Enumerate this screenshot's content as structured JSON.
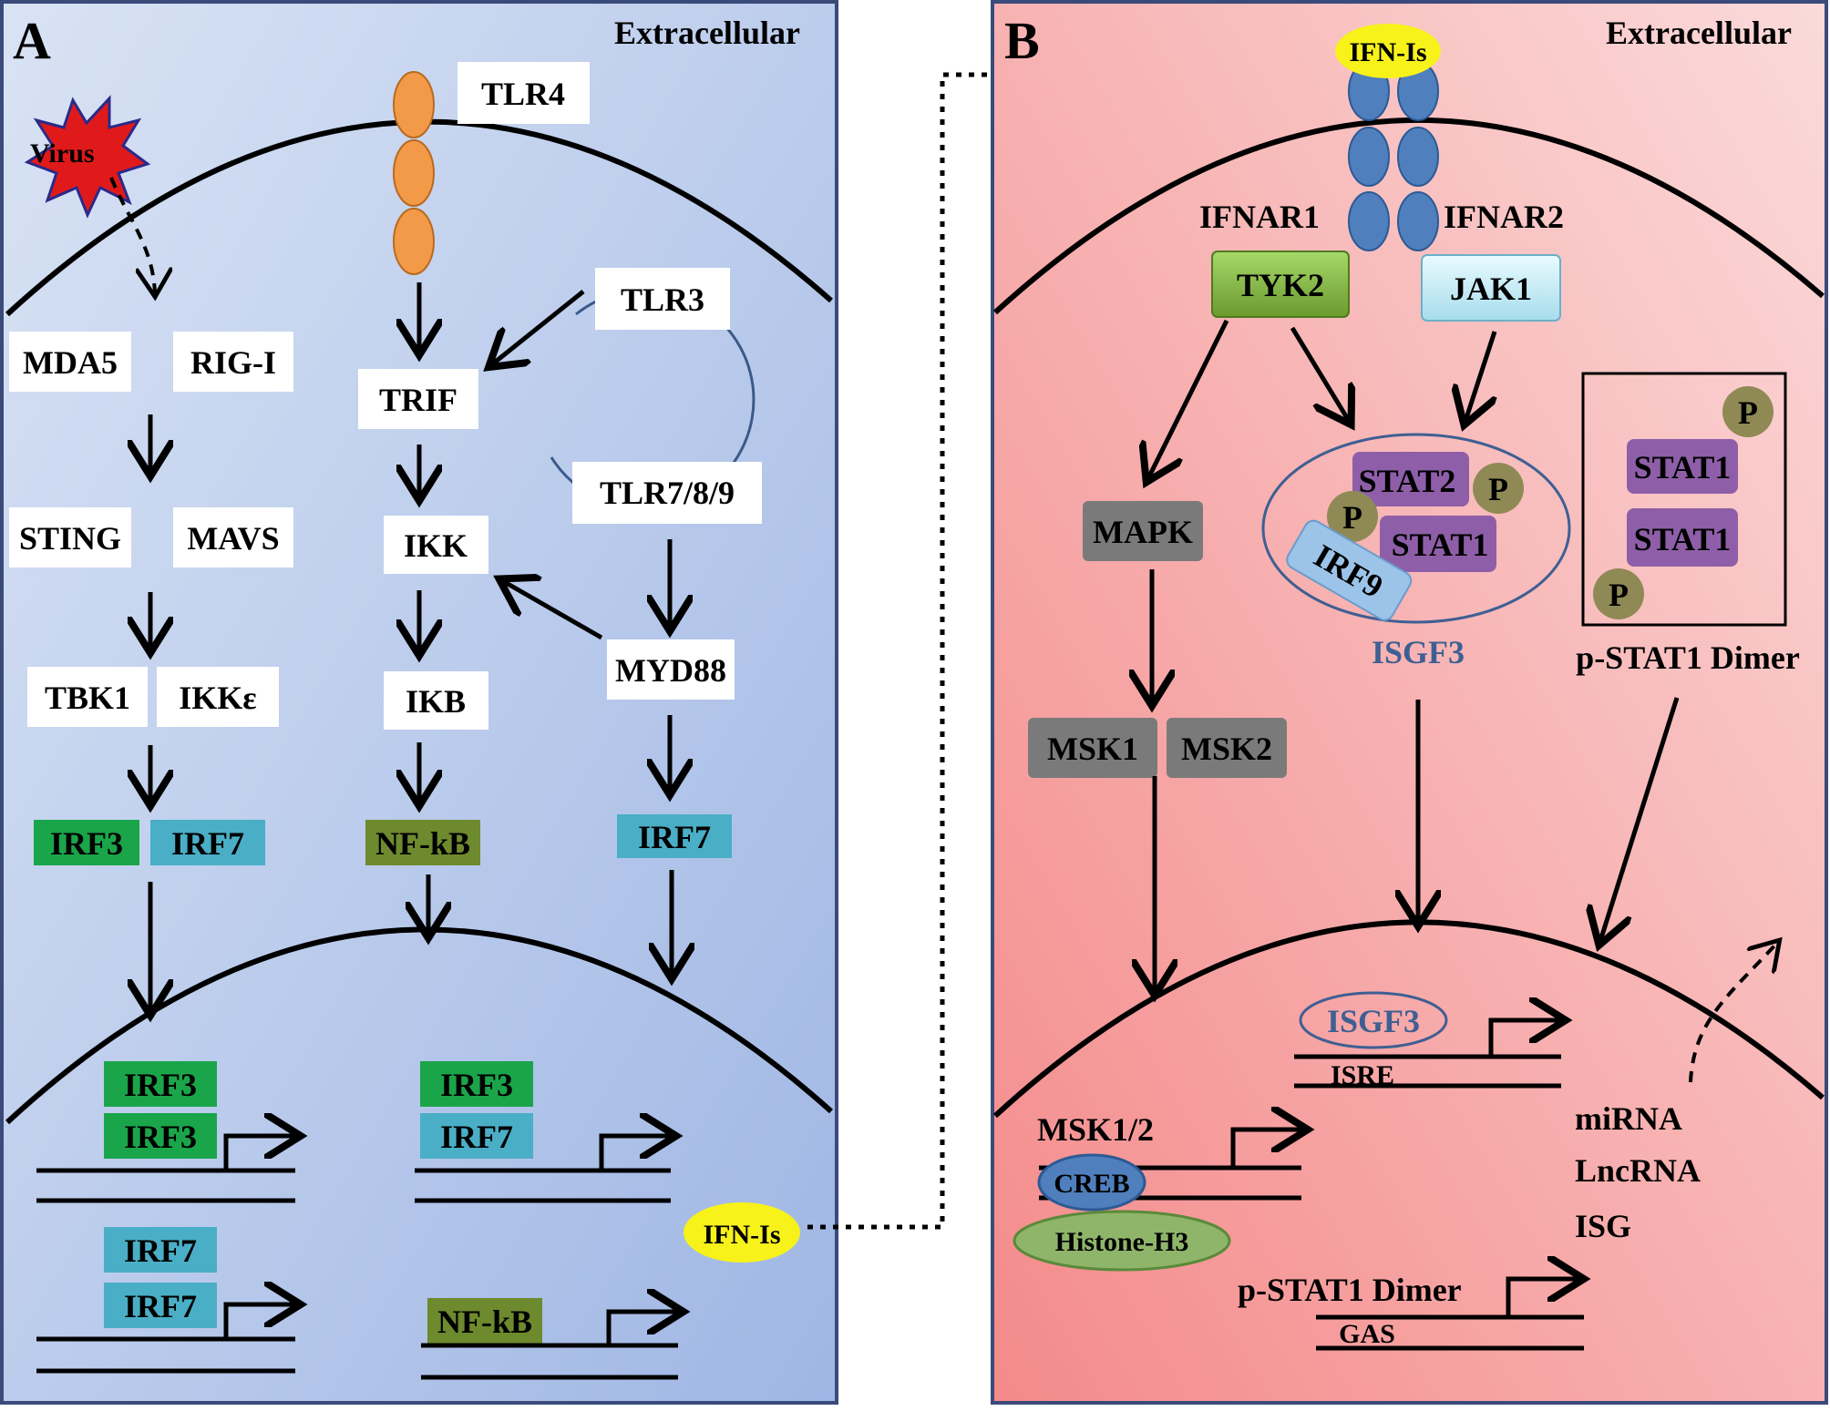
{
  "panel_a": {
    "letter": "A",
    "extracellular": "Extracellular",
    "virus": "Virus",
    "tlr4": "TLR4",
    "tlr3": "TLR3",
    "tlr789": "TLR7/8/9",
    "mda5": "MDA5",
    "rigi": "RIG-I",
    "sting": "STING",
    "mavs": "MAVS",
    "tbk1": "TBK1",
    "ikke": "IKKε",
    "trif": "TRIF",
    "ikk": "IKK",
    "ikb": "IKB",
    "myd88": "MYD88",
    "irf3": "IRF3",
    "irf7": "IRF7",
    "nfkb": "NF-kB",
    "ifn": "IFN-Is"
  },
  "panel_b": {
    "letter": "B",
    "extracellular": "Extracellular",
    "ifn": "IFN-Is",
    "ifnar1": "IFNAR1",
    "ifnar2": "IFNAR2",
    "tyk2": "TYK2",
    "jak1": "JAK1",
    "mapk": "MAPK",
    "msk1": "MSK1",
    "msk2": "MSK2",
    "stat1": "STAT1",
    "stat2": "STAT2",
    "irf9": "IRF9",
    "p": "P",
    "isgf3": "ISGF3",
    "pstat1_dimer": "p-STAT1 Dimer",
    "isre": "ISRE",
    "msk12": "MSK1/2",
    "creb": "CREB",
    "histone": "Histone-H3",
    "gas": "GAS",
    "mirna": "miRNA",
    "lncrna": "LncRNA",
    "isg": "ISG"
  },
  "colors": {
    "irf3": "#1aa54a",
    "irf7": "#4aaec6",
    "nfkb": "#6e8a2e",
    "tlr4": "#f29a48",
    "ifnar": "#4f7fbd",
    "ifn": "#f7f21a",
    "tyk2": "#7cb342",
    "jak1": "#c7eef7",
    "gray": "#7a7a7a",
    "stat": "#8e5fa8",
    "p": "#8f8a55",
    "irf9": "#9cc3e8",
    "creb": "#4f7fbd",
    "histone": "#8fb56a",
    "virus": "#e01a1a",
    "isgf3_text": "#3e5f93"
  }
}
